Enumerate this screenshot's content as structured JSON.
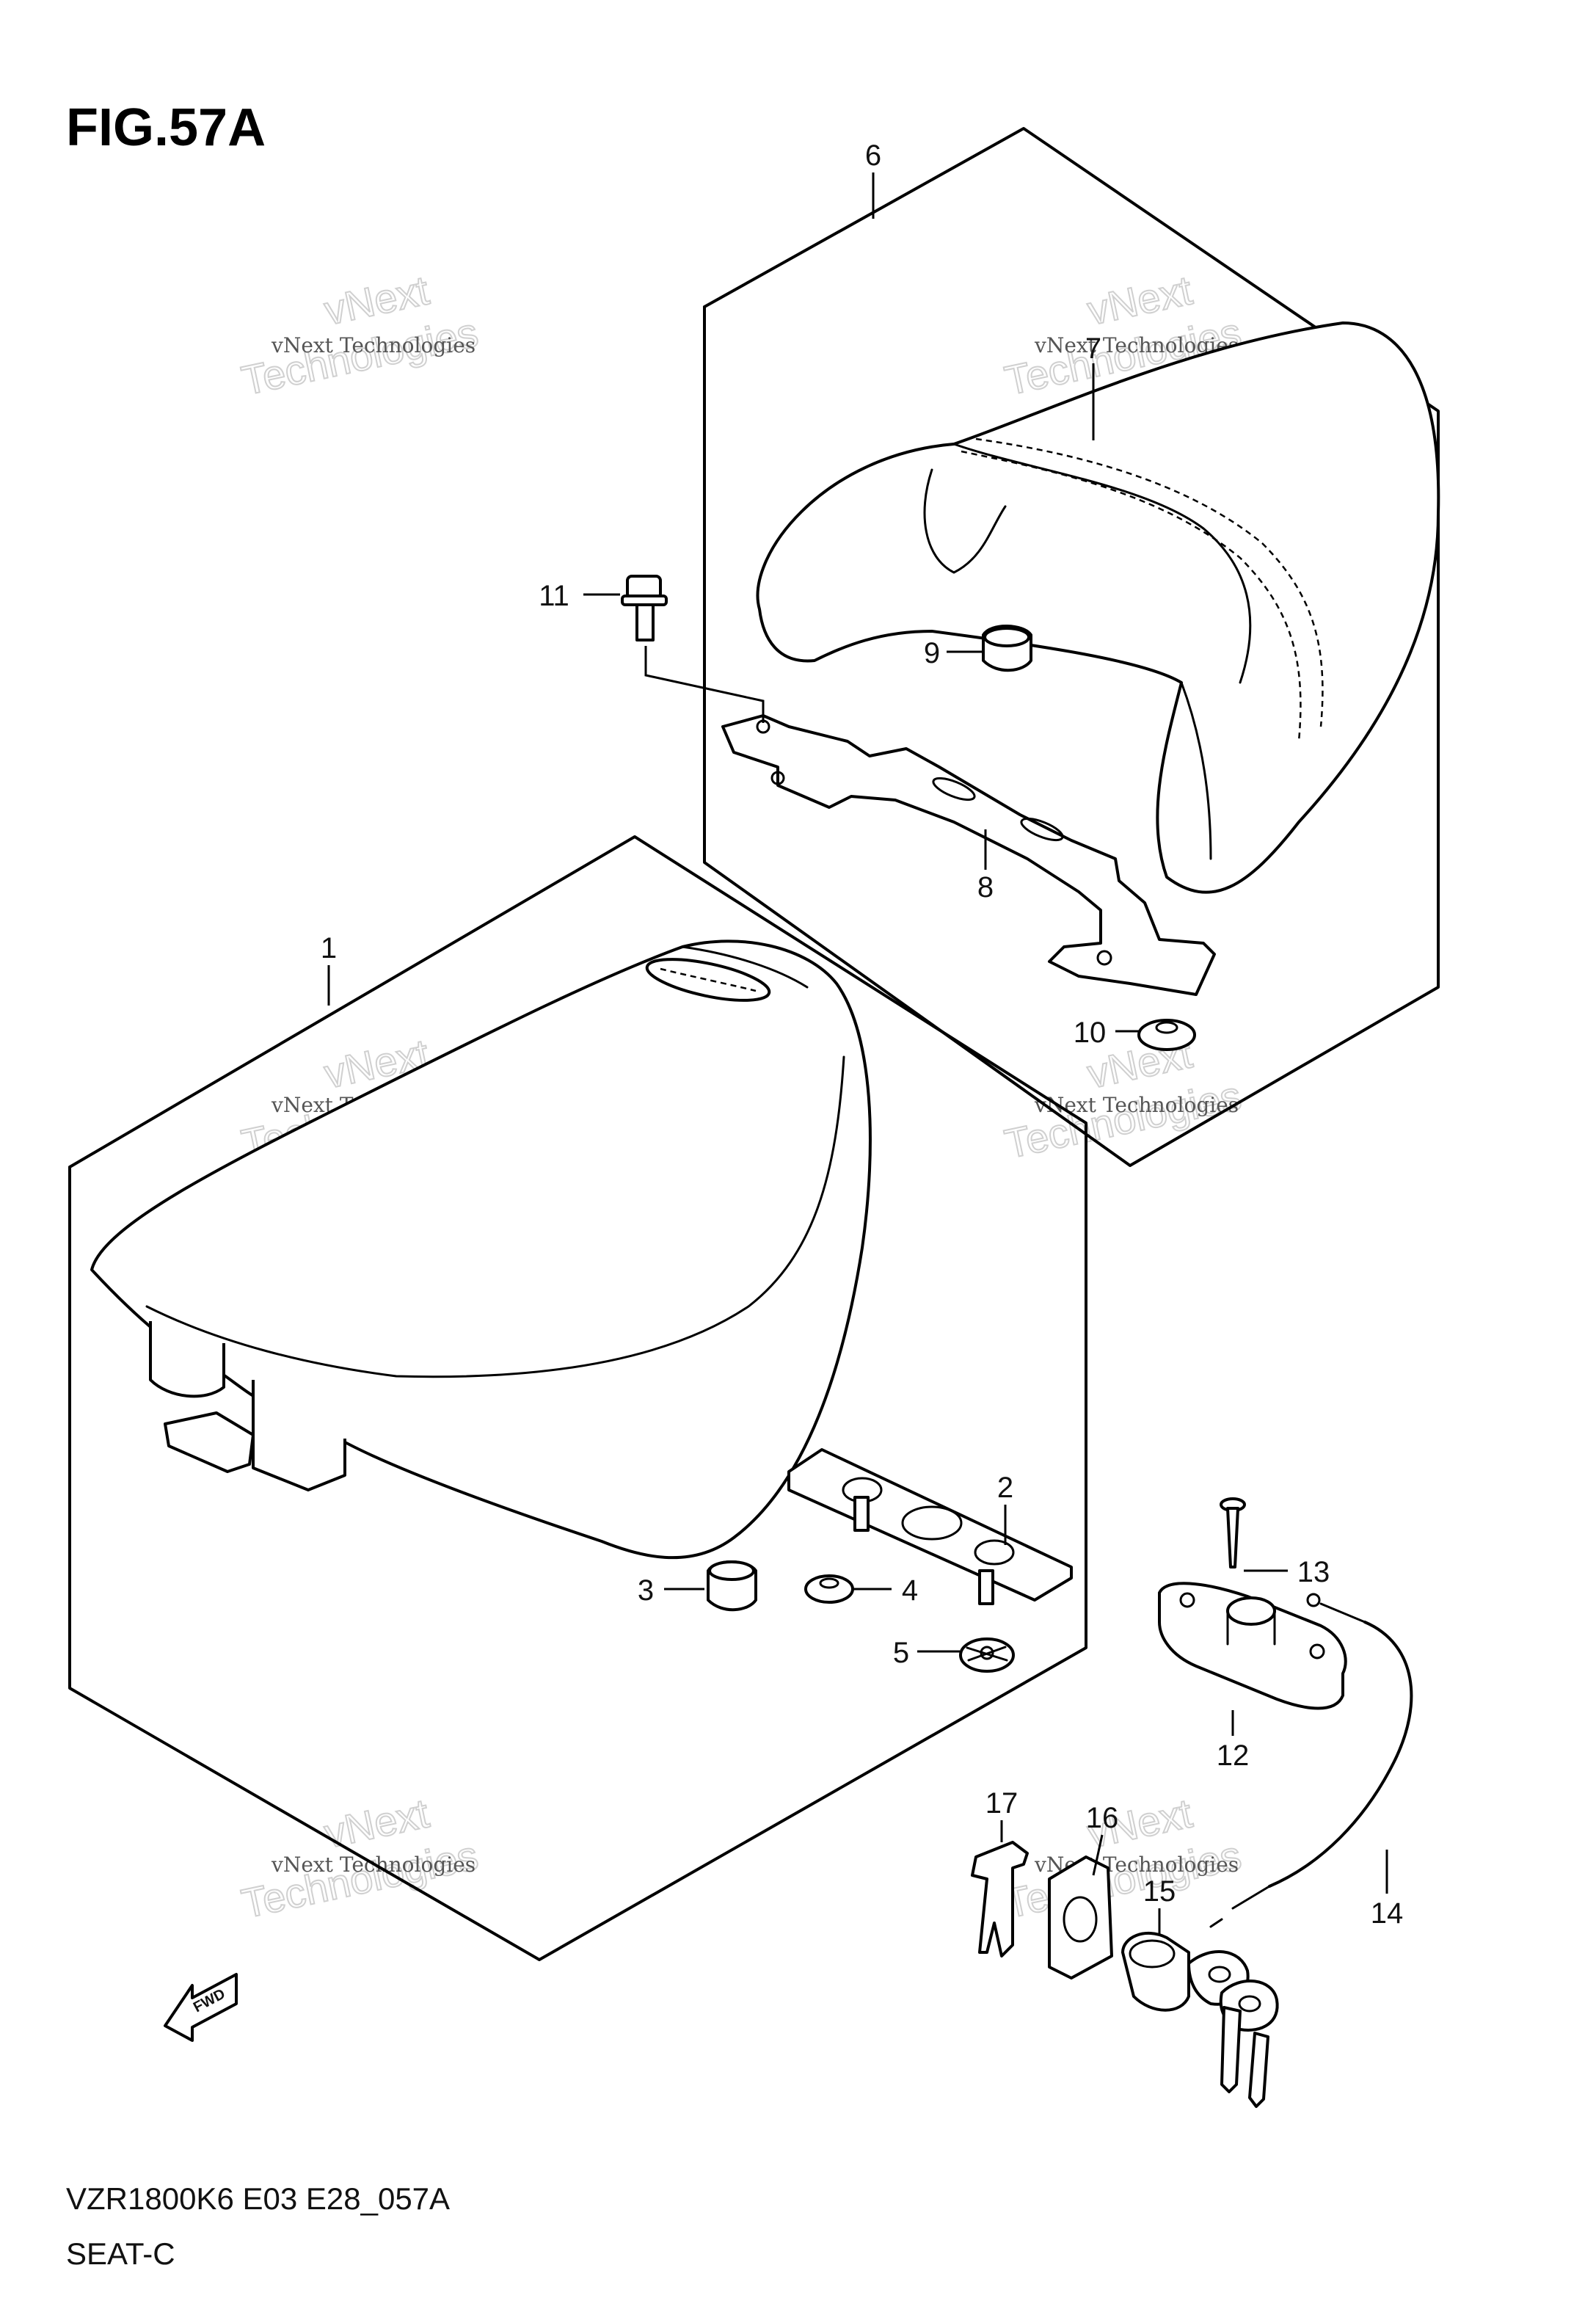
{
  "figure": {
    "title": "FIG.57A",
    "model_code": "VZR1800K6 E03 E28_057A",
    "section_name": "SEAT-C"
  },
  "direction_marker": {
    "text": "FWD",
    "icon": "forward-arrow-icon"
  },
  "watermark": {
    "small_text": "vNext Technologies",
    "big_line1": "vNext",
    "big_line2": "Technologies"
  },
  "callouts": [
    {
      "number": "1"
    },
    {
      "number": "2"
    },
    {
      "number": "3"
    },
    {
      "number": "4"
    },
    {
      "number": "5"
    },
    {
      "number": "6"
    },
    {
      "number": "7"
    },
    {
      "number": "8"
    },
    {
      "number": "9"
    },
    {
      "number": "10"
    },
    {
      "number": "11"
    },
    {
      "number": "12"
    },
    {
      "number": "13"
    },
    {
      "number": "14"
    },
    {
      "number": "15"
    },
    {
      "number": "16"
    },
    {
      "number": "17"
    }
  ]
}
